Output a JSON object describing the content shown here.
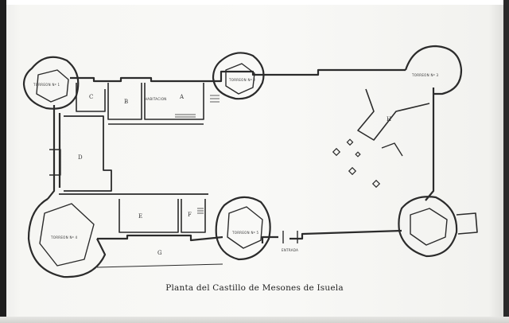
{
  "caption": "Planta del Castillo de Mesones de Isuela",
  "show_through_text": "",
  "towers": {
    "tower1": "TORREON Nº 1",
    "tower2": "TORREON Nº 2",
    "tower3": "TORREON Nº 3",
    "tower4": "TORREON Nº 4",
    "tower5": "TORREON Nº 5"
  },
  "rooms": {
    "habitacion": "HABITACION",
    "a": "A",
    "b": "B",
    "c": "C",
    "d": "D",
    "e": "E",
    "f": "F",
    "g": "G",
    "h": "H"
  },
  "entrance": "ENTRADA"
}
